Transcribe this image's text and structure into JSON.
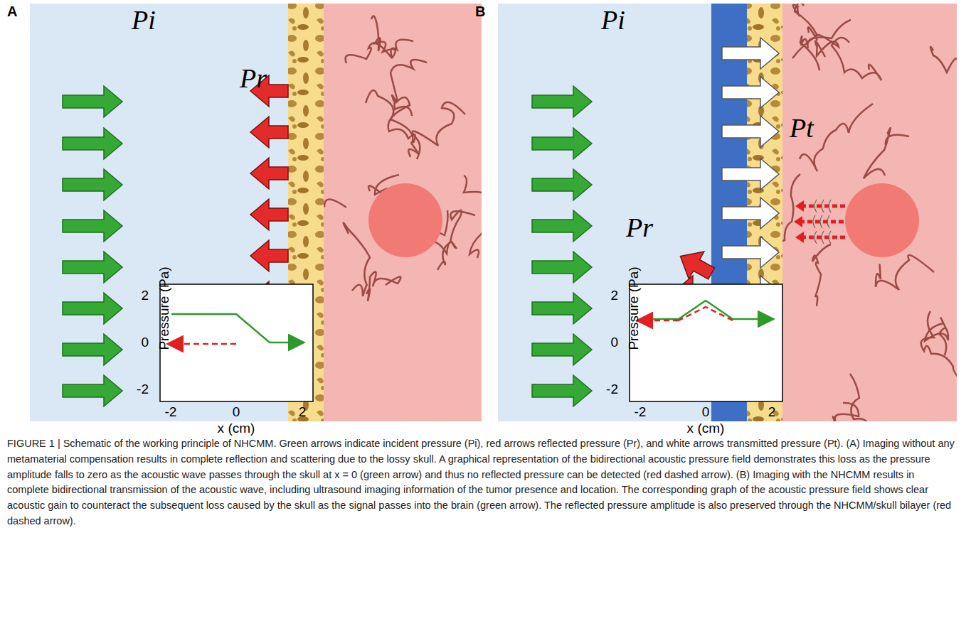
{
  "diagram": {
    "caption": "FIGURE 1 | Schematic of the working principle of NHCMM. Green arrows indicate incident pressure (Pi), red arrows reflected pressure (Pr), and white arrows transmitted pressure (Pt). (A) Imaging without any metamaterial compensation results in complete reflection and scattering due to the lossy skull. A graphical representation of the bidirectional acoustic pressure field demonstrates this loss as the pressure amplitude falls to zero as the acoustic wave passes through the skull at x = 0 (green arrow) and thus no reflected pressure can be detected (red dashed arrow). (B) Imaging with the NHCMM results in complete bidirectional transmission of the acoustic wave, including ultrasound imaging information of the tumor presence and location. The corresponding graph of the acoustic pressure field shows clear acoustic gain to counteract the subsequent loss caused by the skull as the signal passes into the brain (green arrow). The reflected pressure amplitude is also preserved through the NHCMM/skull bilayer (red dashed arrow).",
    "nodes": [
      {
        "text": [
          "A"
        ]
      },
      {
        "text": [
          "B"
        ]
      }
    ],
    "labels": [
      "Pi",
      "Pr",
      "2",
      "0",
      "-2",
      "Pressure (Pa)",
      "-2",
      "0",
      "2",
      "x (cm)",
      "Pi",
      "Pt",
      "Pr",
      "2",
      "0",
      "-2",
      "Pressure (Pa)",
      "-2",
      "0",
      "2",
      "x (cm)"
    ]
  }
}
